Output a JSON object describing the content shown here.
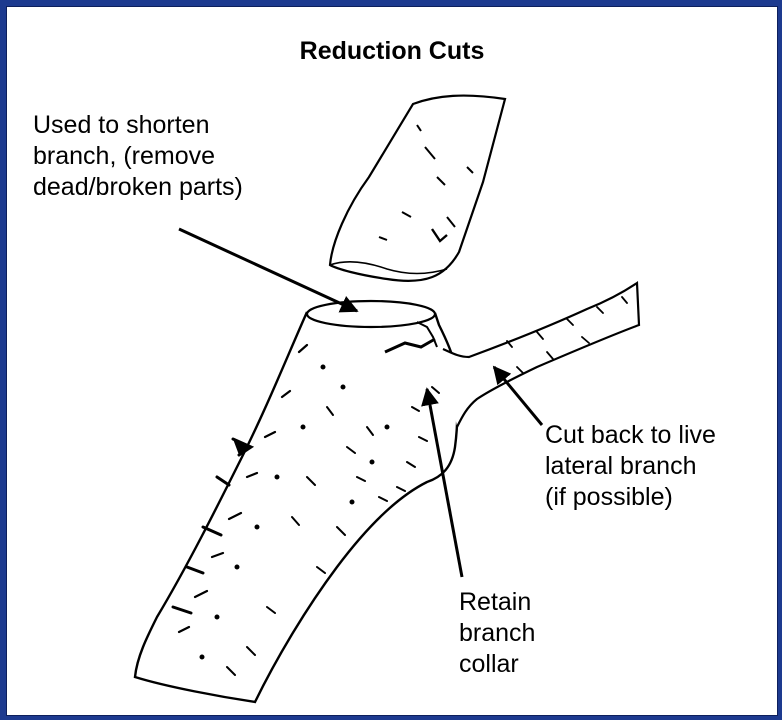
{
  "title": "Reduction Cuts",
  "labels": {
    "shorten": [
      "Used to shorten",
      "branch, (remove",
      "dead/broken parts)"
    ],
    "cut_back": [
      "Cut back to live",
      "lateral branch",
      "(if possible)"
    ],
    "retain": [
      "Retain",
      "branch",
      "collar"
    ]
  },
  "colors": {
    "border": "#1d3a8f",
    "background": "#ffffff",
    "ink": "#000000"
  }
}
